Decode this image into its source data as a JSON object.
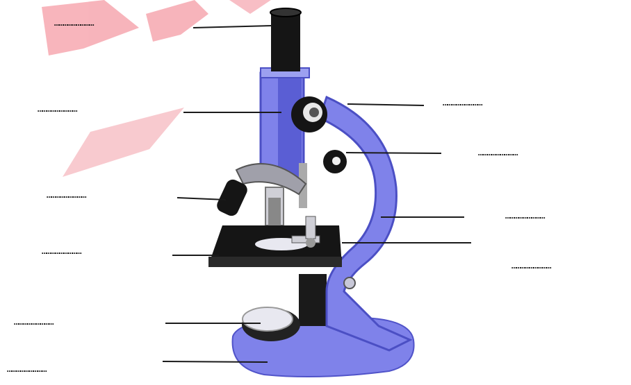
{
  "diagram": {
    "labels": [
      {
        "id": "eyepiece",
        "text": "………………………"
      },
      {
        "id": "body-tube",
        "text": "………………………"
      },
      {
        "id": "objective-lens",
        "text": "………………………"
      },
      {
        "id": "stage",
        "text": "………………………"
      },
      {
        "id": "mirror",
        "text": "………………………"
      },
      {
        "id": "base",
        "text": "………………………"
      },
      {
        "id": "coarse-adjustment",
        "text": "………………………"
      },
      {
        "id": "fine-adjustment",
        "text": "………………………"
      },
      {
        "id": "arm",
        "text": "………………………"
      },
      {
        "id": "stage-clip",
        "text": "………………………"
      }
    ],
    "colors": {
      "microscope_body": "#7f82ea",
      "microscope_dark": "#4b4fc4",
      "stage": "#151515",
      "leader_line": "#1a1a1a",
      "watermark": "#ef5a6a"
    }
  }
}
